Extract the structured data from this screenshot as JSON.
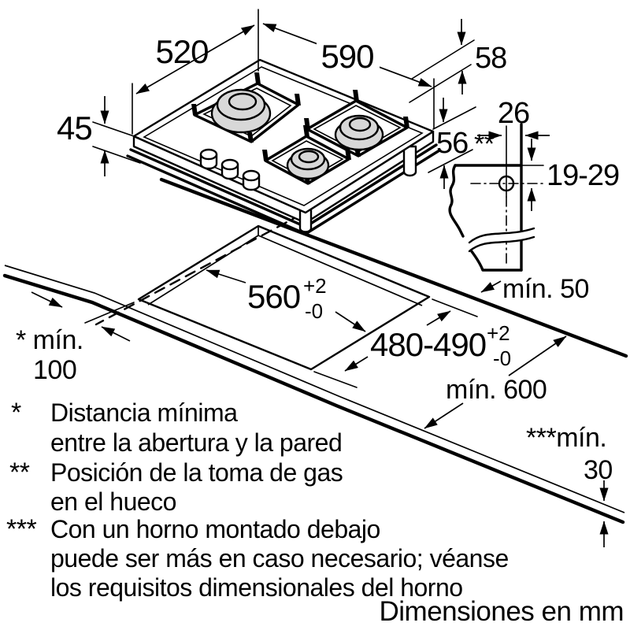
{
  "diagram": {
    "title_semantic": "gas-hob-installation-drawing-3-burners",
    "units_note": "Dimensiones en mm",
    "colors": {
      "line": "#000000",
      "background": "#ffffff",
      "burner_cap": "#d8d8d8"
    },
    "dimensions": {
      "hob_depth": "520",
      "hob_width": "590",
      "rim_offset": "58",
      "hob_height": "45",
      "gas_drop": "56",
      "gas_drop_ref": "**",
      "gas_tap_offset": "26",
      "gas_tap_depth": "19-29",
      "rear_clearance": "mín. 50",
      "cutout_width": "560",
      "cutout_width_tol_plus": "+2",
      "cutout_width_tol_minus": "-0",
      "cutout_depth": "480-490",
      "cutout_depth_tol_plus": "+2",
      "cutout_depth_tol_minus": "-0",
      "counter_depth": "mín. 600",
      "wall_clearance_label": "* mín.",
      "wall_clearance_value": "100",
      "counter_thickness_label": "***mín.",
      "counter_thickness_value": "30"
    },
    "footnotes": [
      {
        "marker": "*",
        "line1": "Distancia mínima",
        "line2": "entre la abertura y la pared"
      },
      {
        "marker": "**",
        "line1": "Posición de la toma de gas",
        "line2": "en el hueco"
      },
      {
        "marker": "***",
        "line1": "Con un horno montado debajo",
        "line2": "puede ser más en caso necesario; véanse",
        "line3": "los requisitos dimensionales del horno"
      }
    ]
  }
}
